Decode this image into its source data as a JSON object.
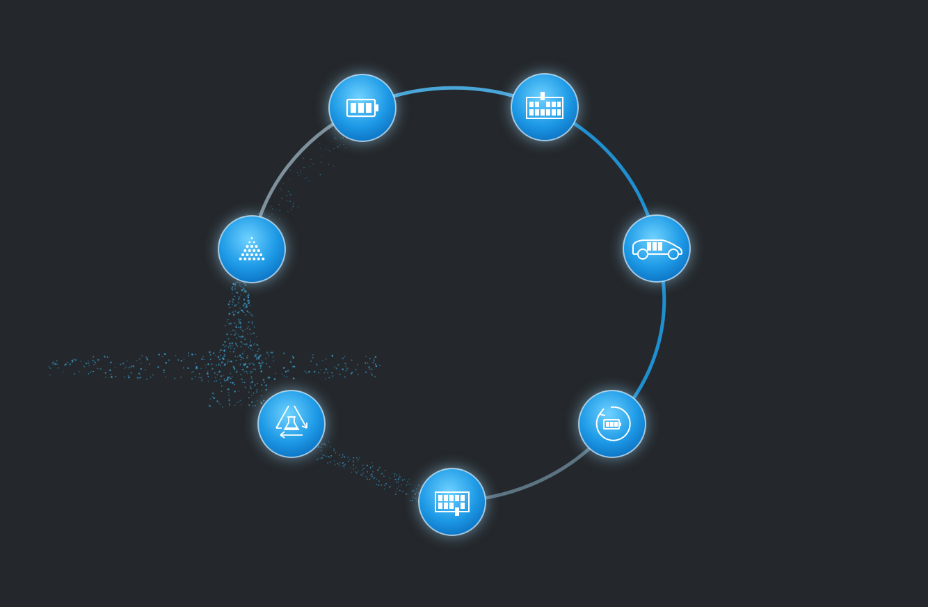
{
  "diagram": {
    "type": "battery-lifecycle-circle",
    "colors": {
      "background": "#24282c",
      "ring_active": "#1f8fcf",
      "ring_faded": "#6c7e8a",
      "node_fill_light": "#5cc8ff",
      "node_fill_dark": "#0a78c8",
      "node_rim": "#d9f1ff",
      "icon": "#ffffff",
      "particles": "#3aa6d8"
    },
    "nodes": [
      {
        "id": "battery-cell",
        "icon": "battery-cell-icon"
      },
      {
        "id": "battery-module",
        "icon": "battery-module-icon"
      },
      {
        "id": "electric-vehicle",
        "icon": "electric-car-icon"
      },
      {
        "id": "second-life",
        "icon": "battery-reuse-icon"
      },
      {
        "id": "disassembly",
        "icon": "battery-dismantle-icon"
      },
      {
        "id": "recycling",
        "icon": "chemical-recycling-icon"
      },
      {
        "id": "raw-materials",
        "icon": "raw-materials-icon"
      }
    ]
  }
}
